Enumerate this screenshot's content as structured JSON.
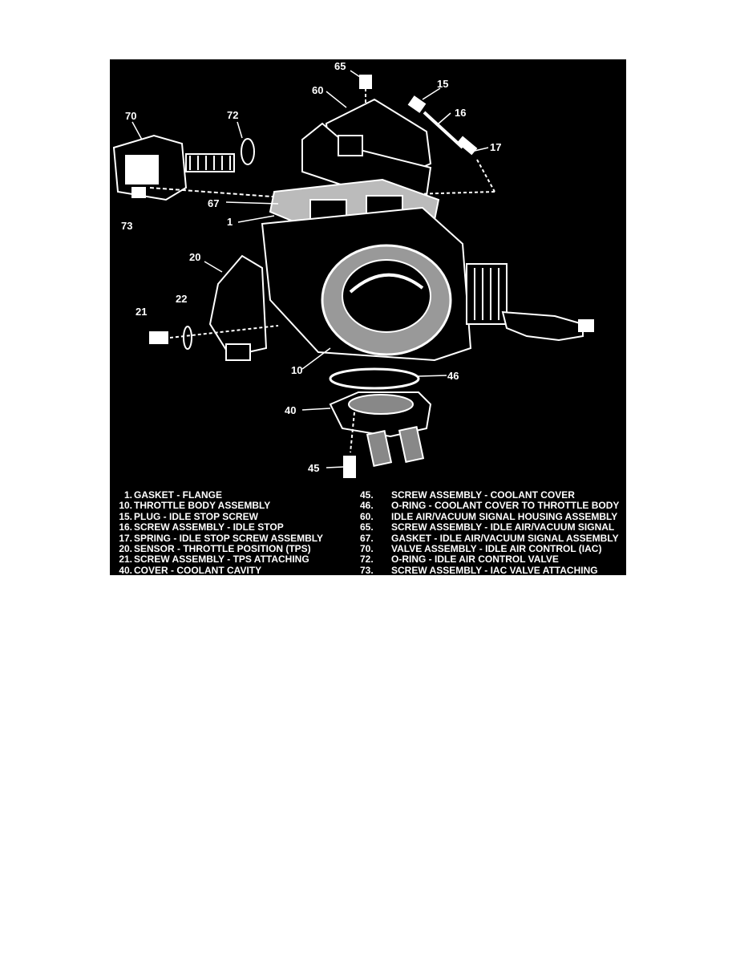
{
  "callouts": {
    "c65": "65",
    "c60": "60",
    "c15": "15",
    "c16": "16",
    "c17": "17",
    "c70": "70",
    "c72": "72",
    "c73": "73",
    "c67": "67",
    "c1": "1",
    "c20": "20",
    "c21": "21",
    "c22": "22",
    "c10": "10",
    "c46": "46",
    "c40": "40",
    "c45": "45"
  },
  "legend": {
    "left": [
      {
        "num": "1.",
        "text": "GASKET - FLANGE"
      },
      {
        "num": "10.",
        "text": "THROTTLE BODY ASSEMBLY"
      },
      {
        "num": "15.",
        "text": "PLUG - IDLE STOP SCREW"
      },
      {
        "num": "16.",
        "text": "SCREW ASSEMBLY - IDLE STOP"
      },
      {
        "num": "17.",
        "text": "SPRING - IDLE STOP SCREW ASSEMBLY"
      },
      {
        "num": "20.",
        "text": "SENSOR - THROTTLE POSITION (TPS)"
      },
      {
        "num": "21.",
        "text": "SCREW ASSEMBLY - TPS ATTACHING"
      },
      {
        "num": "40.",
        "text": "COVER - COOLANT CAVITY"
      }
    ],
    "right": [
      {
        "num": "45.",
        "text": "SCREW ASSEMBLY - COOLANT COVER"
      },
      {
        "num": "46.",
        "text": "O-RING - COOLANT COVER TO THROTTLE BODY"
      },
      {
        "num": "60.",
        "text": "IDLE AIR/VACUUM SIGNAL HOUSING ASSEMBLY"
      },
      {
        "num": "65.",
        "text": "SCREW ASSEMBLY - IDLE AIR/VACUUM SIGNAL"
      },
      {
        "num": "67.",
        "text": "GASKET - IDLE AIR/VACUUM SIGNAL ASSEMBLY"
      },
      {
        "num": "70.",
        "text": "VALVE ASSEMBLY - IDLE AIR CONTROL (IAC)"
      },
      {
        "num": "72.",
        "text": "O-RING - IDLE AIR CONTROL VALVE"
      },
      {
        "num": "73.",
        "text": "SCREW ASSEMBLY - IAC VALVE ATTACHING"
      }
    ]
  }
}
